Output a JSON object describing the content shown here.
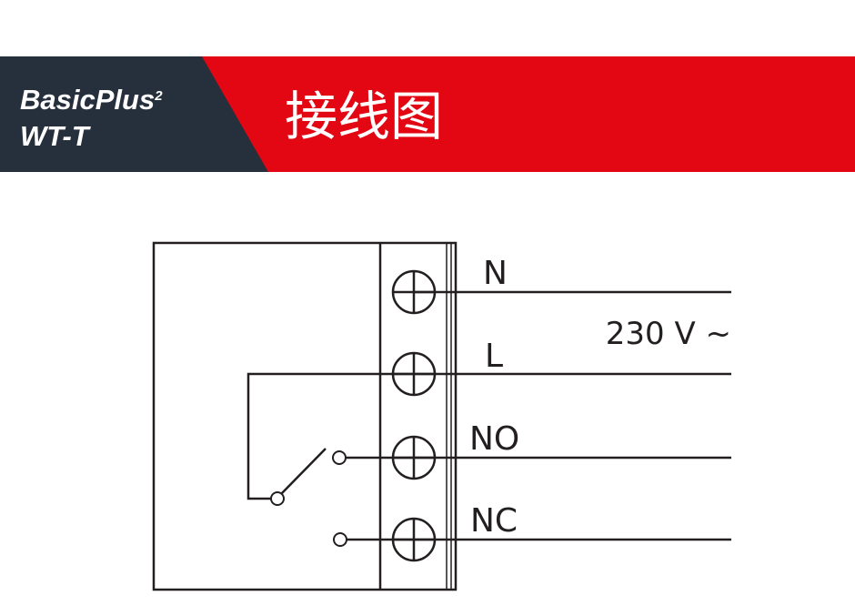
{
  "header": {
    "product_name": "BasicPlus",
    "product_superscript": "2",
    "model": "WT-T",
    "title": "接线图",
    "colors": {
      "dark": "#26303d",
      "red": "#e30613"
    }
  },
  "diagram": {
    "terminals": [
      "N",
      "L",
      "NO",
      "NC"
    ],
    "supply_label": "230 V ~"
  }
}
